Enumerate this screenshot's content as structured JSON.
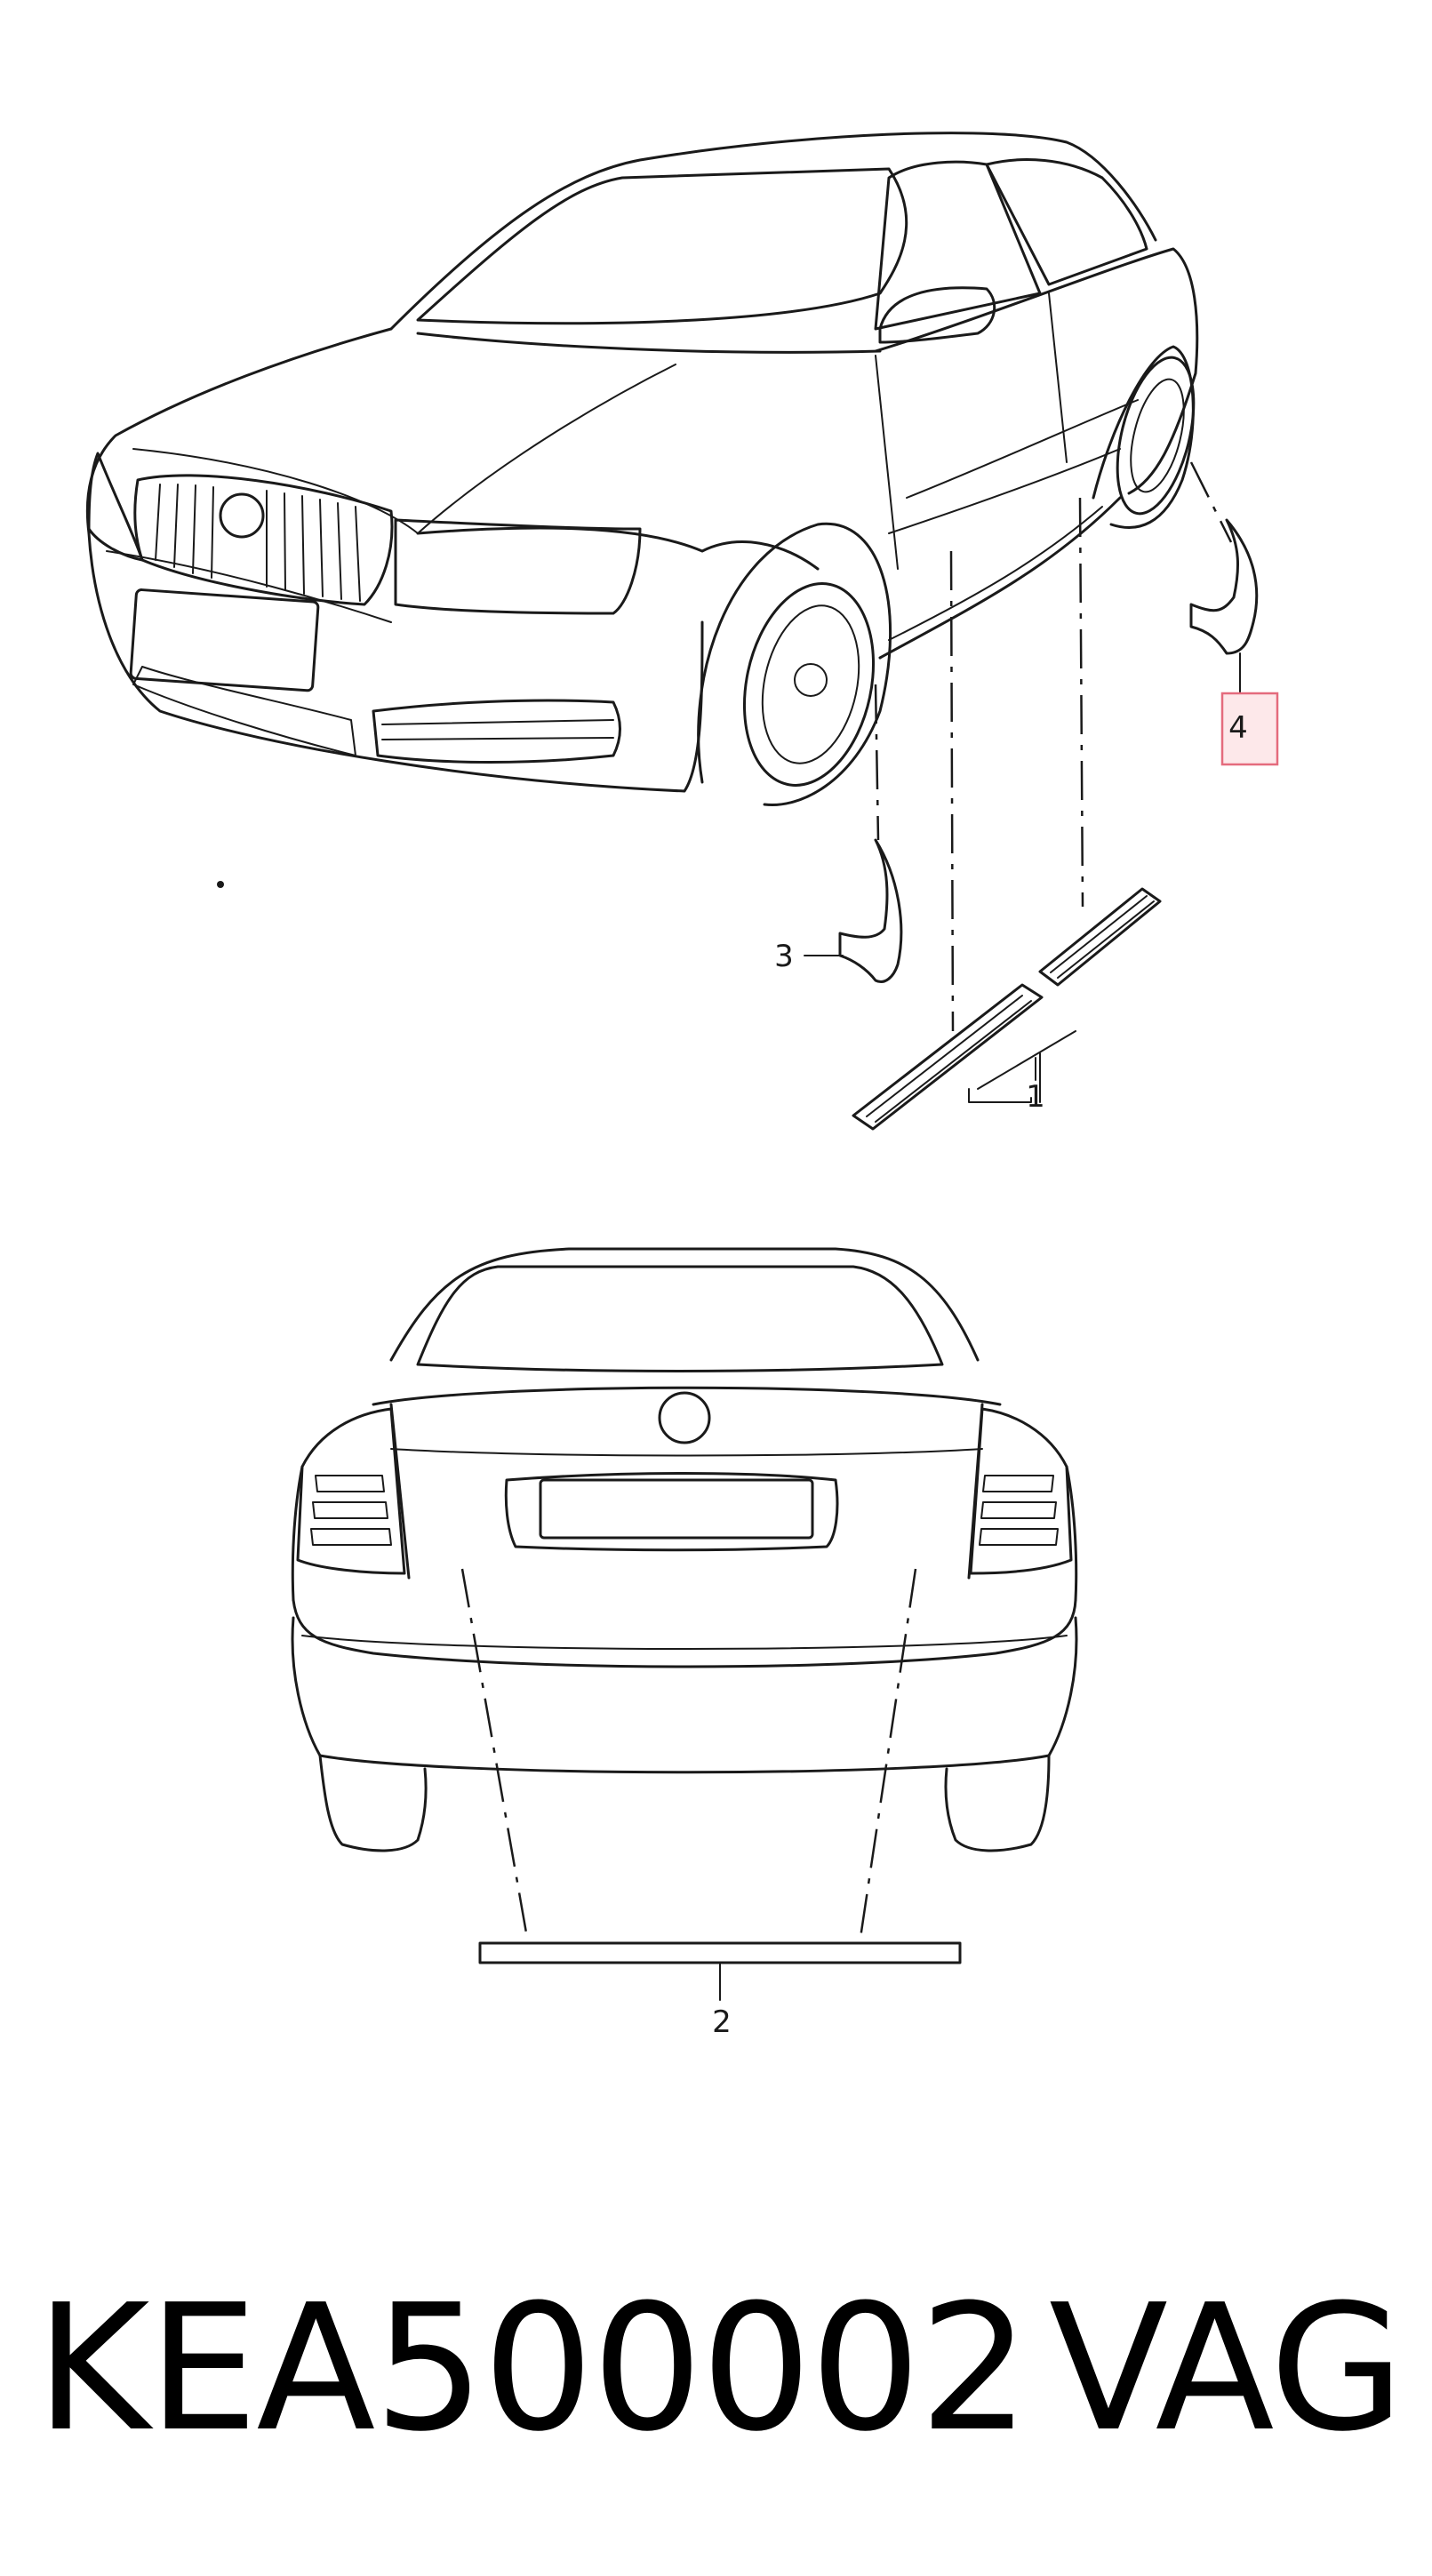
{
  "callouts": {
    "one": "1",
    "two": "2",
    "three": "3",
    "four": "4"
  },
  "footer": {
    "part_number": "KEA500002",
    "brand": "VAG"
  },
  "colors": {
    "line": "#1a1a1a",
    "highlight_fill": "#fde8ea",
    "highlight_border": "#e46b7d"
  }
}
